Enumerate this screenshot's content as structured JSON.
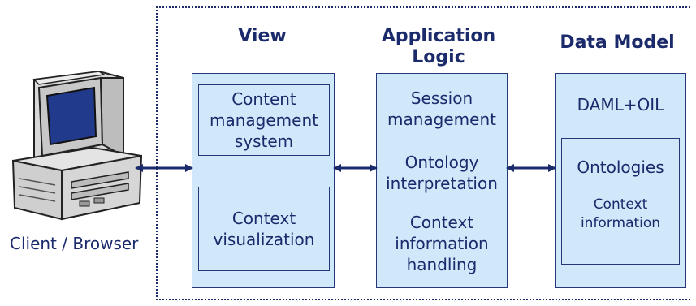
{
  "client": {
    "label": "Client / Browser",
    "icon": "desktop-computer-icon"
  },
  "view": {
    "title": "View",
    "boxes": [
      "Content management system",
      "Context visualization"
    ]
  },
  "application_logic": {
    "title": "Application Logic",
    "items": [
      "Session management",
      "Ontology interpretation",
      "Context information handling"
    ]
  },
  "data_model": {
    "title": "Data Model",
    "header": "DAML+OIL",
    "inner_title": "Ontologies",
    "inner_sub": "Context information"
  },
  "colors": {
    "box_fill": "#cfe9fb",
    "text": "#1b2a6b",
    "border": "#27367a"
  }
}
